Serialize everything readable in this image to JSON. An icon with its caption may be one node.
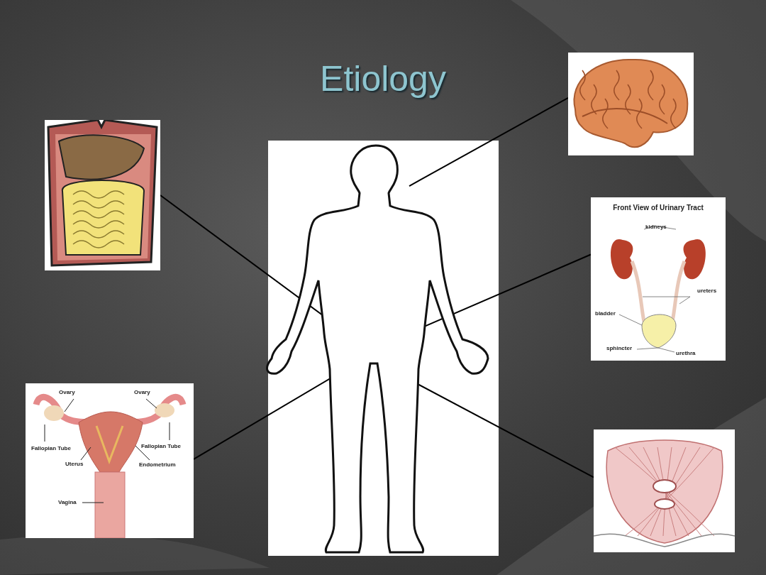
{
  "diagram": {
    "title": "Etiology",
    "nodes": [
      {
        "text": [],
        "shape": "picture"
      },
      {
        "text": [],
        "shape": "picture"
      },
      {
        "text": [],
        "shape": "person"
      },
      {
        "text": [
          "Front View of Urinary Tract",
          "kidneys",
          "ureters",
          "bladder",
          "sphincter",
          "urethra"
        ]
      },
      {
        "text": [
          "Ovary",
          "Ovary",
          "Fallopian Tube",
          "Fallopian Tube",
          "Uterus",
          "Endometrium",
          "Vagina"
        ]
      },
      {
        "text": [],
        "shape": "picture"
      }
    ],
    "edges": [
      {
        "from": 0,
        "to": 2,
        "arrow": "none"
      },
      {
        "from": 1,
        "to": 2,
        "arrow": "none"
      },
      {
        "from": 3,
        "to": 2,
        "arrow": "none"
      },
      {
        "from": 4,
        "to": 2,
        "arrow": "none"
      },
      {
        "from": 5,
        "to": 2,
        "arrow": "none"
      }
    ]
  }
}
